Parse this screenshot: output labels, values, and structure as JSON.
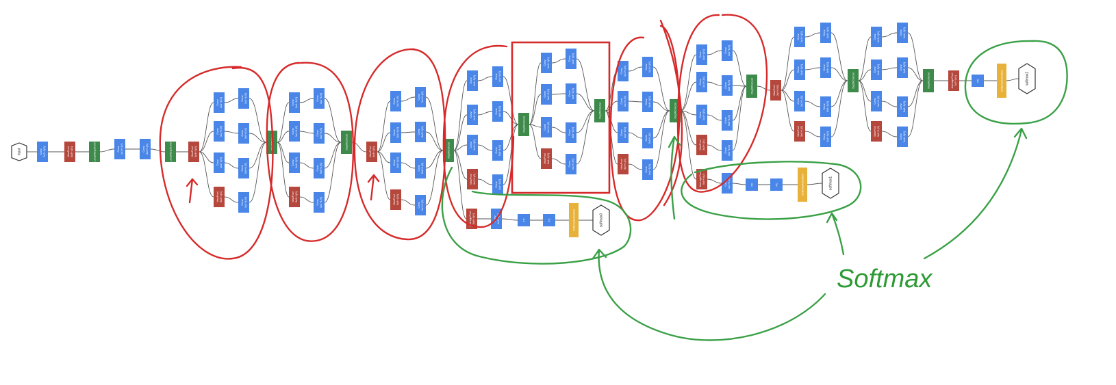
{
  "colors": {
    "conv": "#4a86e8",
    "pool": "#b5473c",
    "norm": "#3e8a4b",
    "softmax": "#e8b23a",
    "io": "#ffffff",
    "red_ink": "#d62a2a",
    "green_ink": "#3aa046",
    "edge": "#555555"
  },
  "labels": {
    "input": "input",
    "conv": "Conv",
    "maxpool": "MaxPool",
    "avgpool": "AveragePool",
    "local_resp_norm": "LocalRespNorm",
    "depth_concat": "DepthConcat",
    "fc": "FC",
    "softmax_activation": "SoftmaxActivation",
    "softmax0": "softmax0",
    "softmax1": "softmax1",
    "softmax2": "softmax2",
    "k7x7s2": "7x7+2(S)",
    "k3x3s2": "3x3+2(S)",
    "k1x1v": "1x1+1(V)",
    "k3x3s1": "3x3+1(S)",
    "k1x1s1": "1x1+1(S)",
    "k5x5s1": "5x5+1(S)",
    "k5x5v3": "5x5+3(V)",
    "k7x7v1": "7x7+1(V)"
  },
  "annotation": {
    "handwritten": "Softmax"
  }
}
